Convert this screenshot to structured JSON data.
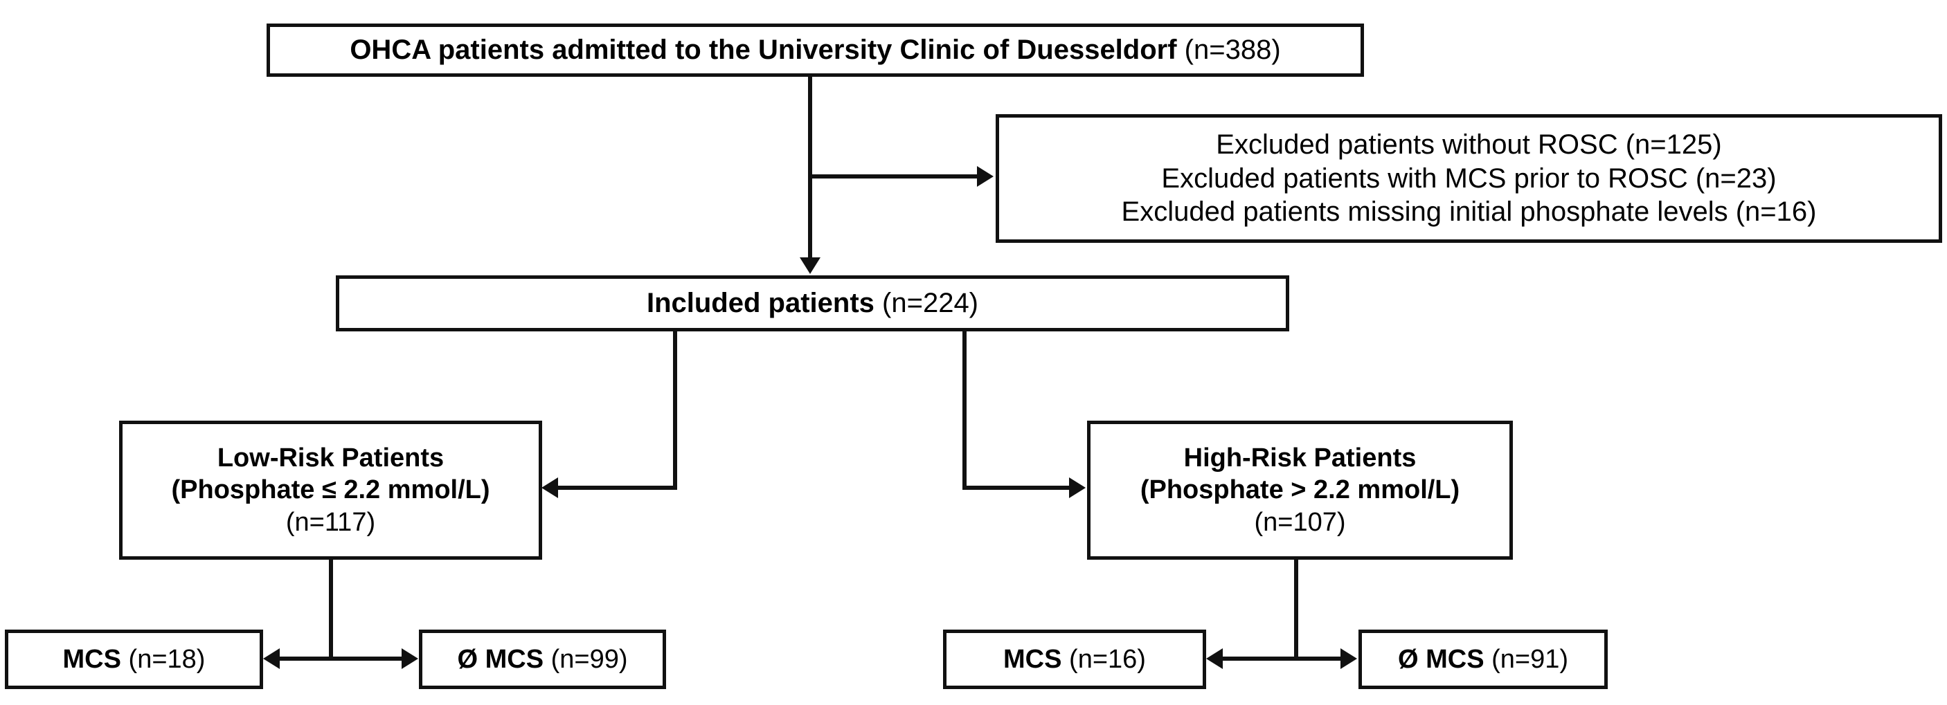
{
  "figure": {
    "type": "flowchart",
    "orientation": "top-down",
    "background_color": "#ffffff",
    "line_color": "#111111",
    "text_color": "#000000"
  },
  "nodes": {
    "total": {
      "name": "total-cohort-box",
      "lines": [
        {
          "bold": "OHCA patients admitted to the University Clinic of Duesseldorf",
          "normal": " (n=388)"
        }
      ],
      "count": 388
    },
    "excluded": {
      "name": "excluded-patients-box",
      "lines": [
        {
          "bold": "",
          "normal": "Excluded patients without ROSC (n=125)"
        },
        {
          "bold": "",
          "normal": "Excluded patients with MCS prior to ROSC (n=23)"
        },
        {
          "bold": "",
          "normal": "Excluded patients missing initial phosphate levels (n=16)"
        }
      ],
      "counts": [
        125,
        23,
        16
      ]
    },
    "included": {
      "name": "included-patients-box",
      "lines": [
        {
          "bold": "Included patients",
          "normal": " (n=224)"
        }
      ],
      "count": 224
    },
    "low_risk": {
      "name": "low-risk-patients-box",
      "lines": [
        {
          "bold": "Low-Risk Patients",
          "normal": ""
        },
        {
          "bold": "(Phosphate ≤ 2.2 mmol/L)",
          "normal": ""
        },
        {
          "bold": "",
          "normal": "(n=117)"
        }
      ],
      "count": 117,
      "threshold": "≤ 2.2 mmol/L"
    },
    "high_risk": {
      "name": "high-risk-patients-box",
      "lines": [
        {
          "bold": "High-Risk Patients",
          "normal": ""
        },
        {
          "bold": "(Phosphate > 2.2 mmol/L)",
          "normal": ""
        },
        {
          "bold": "",
          "normal": "(n=107)"
        }
      ],
      "count": 107,
      "threshold": "> 2.2 mmol/L"
    },
    "low_mcs": {
      "name": "low-risk-mcs-box",
      "lines": [
        {
          "bold": "MCS",
          "normal": " (n=18)"
        }
      ],
      "count": 18
    },
    "low_no_mcs": {
      "name": "low-risk-no-mcs-box",
      "lines": [
        {
          "bold": "Ø MCS",
          "normal": " (n=99)"
        }
      ],
      "count": 99
    },
    "high_mcs": {
      "name": "high-risk-mcs-box",
      "lines": [
        {
          "bold": "MCS",
          "normal": " (n=16)"
        }
      ],
      "count": 16
    },
    "high_no_mcs": {
      "name": "high-risk-no-mcs-box",
      "lines": [
        {
          "bold": "Ø MCS",
          "normal": " (n=91)"
        }
      ],
      "count": 91
    }
  },
  "edges": [
    {
      "name": "edge-total-to-included",
      "from": "total",
      "to": "included",
      "arrow": "down"
    },
    {
      "name": "edge-total-to-excluded",
      "from": "total",
      "to": "excluded",
      "arrow": "right"
    },
    {
      "name": "edge-included-to-low-risk",
      "from": "included",
      "to": "low_risk",
      "arrow": "left"
    },
    {
      "name": "edge-included-to-high-risk",
      "from": "included",
      "to": "high_risk",
      "arrow": "right"
    },
    {
      "name": "edge-low-risk-to-mcs",
      "from": "low_risk",
      "to": "low_mcs",
      "arrow": "left"
    },
    {
      "name": "edge-low-risk-to-no-mcs",
      "from": "low_risk",
      "to": "low_no_mcs",
      "arrow": "right"
    },
    {
      "name": "edge-high-risk-to-mcs",
      "from": "high_risk",
      "to": "high_mcs",
      "arrow": "left"
    },
    {
      "name": "edge-high-risk-to-no-mcs",
      "from": "high_risk",
      "to": "high_no_mcs",
      "arrow": "right"
    }
  ]
}
